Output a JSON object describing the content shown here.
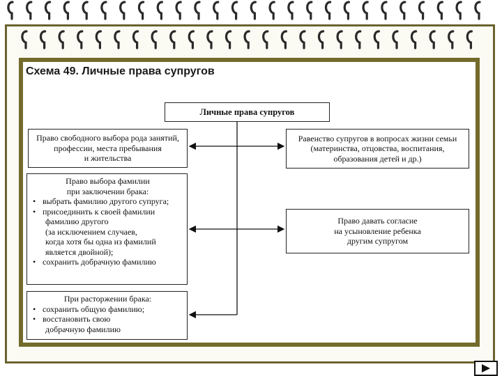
{
  "slide": {
    "title": "Схема 49. Личные права супругов"
  },
  "diagram": {
    "root": "Личные права супругов",
    "left_boxes": [
      {
        "lines": [
          "Право свободного выбора рода занятий,",
          "профессии, места пребывания",
          "и жительства"
        ]
      },
      {
        "heading": [
          "Право выбора фамилии",
          "при заключении брака:"
        ],
        "bullet1": "выбрать фамилию другого супруга;",
        "bullet2": "присоединить к своей фамилии",
        "bullet2_cont": "фамилию другого",
        "note": [
          "(за исключением случаев,",
          "когда хотя бы одна из фамилий",
          "является двойной);"
        ],
        "bullet3": "сохранить добрачную фамилию"
      },
      {
        "heading": "При расторжении брака:",
        "bullet1": "сохранить общую фамилию;",
        "bullet2": "восстановить свою",
        "bullet2_cont": "добрачную фамилию"
      }
    ],
    "right_boxes": [
      {
        "lines": [
          "Равенство супругов в вопросах жизни семьи",
          "(материнства, отцовства, воспитания,",
          "образования детей и др.)"
        ]
      },
      {
        "lines": [
          "Право давать согласие",
          "на усыновление ребенка",
          "другим супругом"
        ]
      }
    ],
    "bullet_symbol": "•"
  },
  "nav": {
    "next_icon": "next-slide-triangle-icon"
  },
  "colors": {
    "frame": "#736a2c",
    "outer_frame": "#6b6330",
    "rings": "#2a2a2a"
  }
}
